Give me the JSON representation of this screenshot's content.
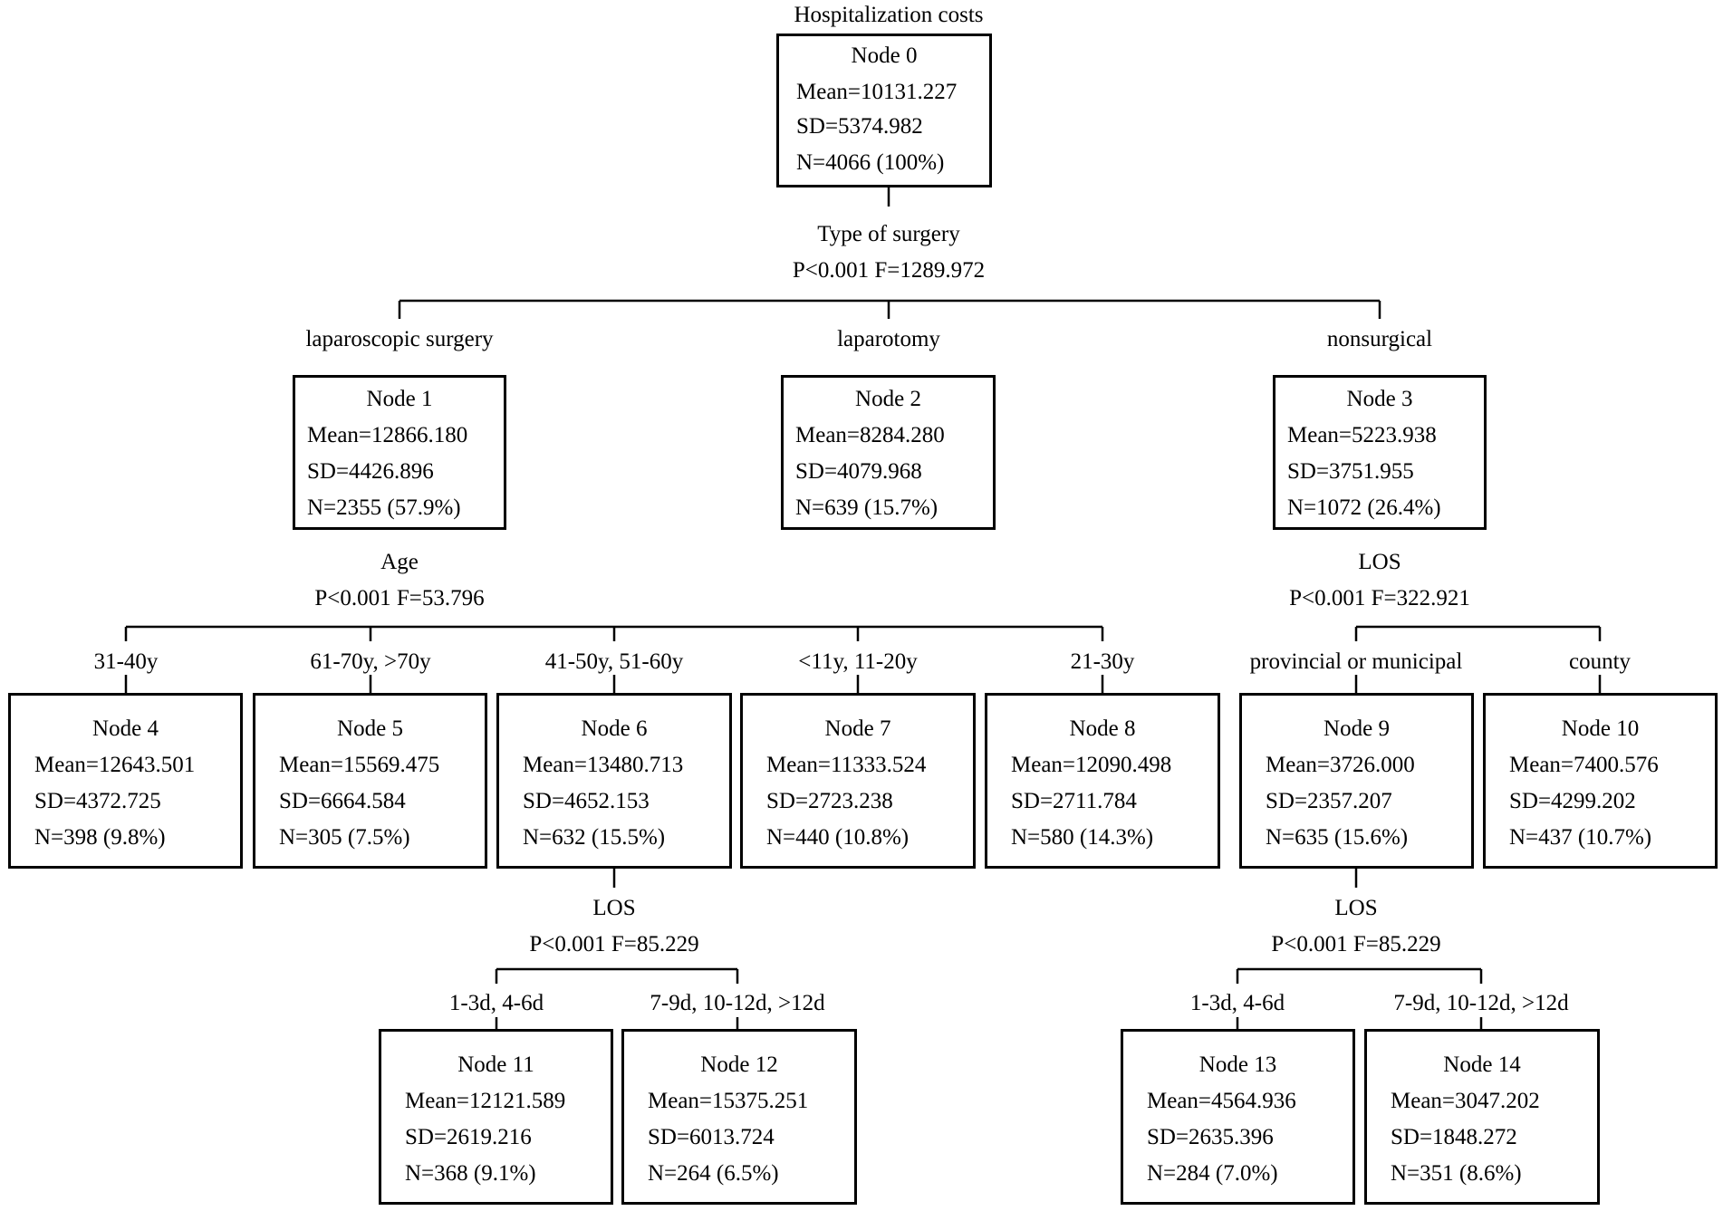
{
  "tree": {
    "title": "Hospitalization costs",
    "nodes": [
      {
        "id": "n0",
        "name": "Node 0",
        "mean": "Mean=10131.227",
        "sd": "SD=5374.982",
        "n": "N=4066 (100%)"
      },
      {
        "id": "n1",
        "name": "Node 1",
        "mean": "Mean=12866.180",
        "sd": "SD=4426.896",
        "n": "N=2355 (57.9%)"
      },
      {
        "id": "n2",
        "name": "Node 2",
        "mean": "Mean=8284.280",
        "sd": "SD=4079.968",
        "n": "N=639 (15.7%)"
      },
      {
        "id": "n3",
        "name": "Node 3",
        "mean": "Mean=5223.938",
        "sd": "SD=3751.955",
        "n": "N=1072 (26.4%)"
      },
      {
        "id": "n4",
        "name": "Node 4",
        "mean": "Mean=12643.501",
        "sd": "SD=4372.725",
        "n": "N=398 (9.8%)"
      },
      {
        "id": "n5",
        "name": "Node 5",
        "mean": "Mean=15569.475",
        "sd": "SD=6664.584",
        "n": "N=305 (7.5%)"
      },
      {
        "id": "n6",
        "name": "Node 6",
        "mean": "Mean=13480.713",
        "sd": "SD=4652.153",
        "n": "N=632 (15.5%)"
      },
      {
        "id": "n7",
        "name": "Node 7",
        "mean": "Mean=11333.524",
        "sd": "SD=2723.238",
        "n": "N=440 (10.8%)"
      },
      {
        "id": "n8",
        "name": "Node 8",
        "mean": "Mean=12090.498",
        "sd": "SD=2711.784",
        "n": "N=580 (14.3%)"
      },
      {
        "id": "n9",
        "name": "Node 9",
        "mean": "Mean=3726.000",
        "sd": "SD=2357.207",
        "n": "N=635 (15.6%)"
      },
      {
        "id": "n10",
        "name": "Node 10",
        "mean": "Mean=7400.576",
        "sd": "SD=4299.202",
        "n": "N=437 (10.7%)"
      },
      {
        "id": "n11",
        "name": "Node 11",
        "mean": "Mean=12121.589",
        "sd": "SD=2619.216",
        "n": "N=368 (9.1%)"
      },
      {
        "id": "n12",
        "name": "Node 12",
        "mean": "Mean=15375.251",
        "sd": "SD=6013.724",
        "n": "N=264 (6.5%)"
      },
      {
        "id": "n13",
        "name": "Node 13",
        "mean": "Mean=4564.936",
        "sd": "SD=2635.396",
        "n": "N=284 (7.0%)"
      },
      {
        "id": "n14",
        "name": "Node 14",
        "mean": "Mean=3047.202",
        "sd": "SD=1848.272",
        "n": "N=351 (8.6%)"
      }
    ],
    "splits": [
      {
        "id": "s0",
        "variable": "Type of surgery",
        "stats": "P<0.001 F=1289.972"
      },
      {
        "id": "s1",
        "variable": "Age",
        "stats": "P<0.001 F=53.796"
      },
      {
        "id": "s3",
        "variable": "LOS",
        "stats": "P<0.001 F=322.921"
      },
      {
        "id": "s6",
        "variable": "LOS",
        "stats": "P<0.001 F=85.229"
      },
      {
        "id": "s9",
        "variable": "LOS",
        "stats": "P<0.001 F=85.229"
      }
    ],
    "branches": [
      {
        "id": "b1",
        "label": "laparoscopic surgery"
      },
      {
        "id": "b2",
        "label": "laparotomy"
      },
      {
        "id": "b3",
        "label": "nonsurgical"
      },
      {
        "id": "b4",
        "label": "31-40y"
      },
      {
        "id": "b5",
        "label": "61-70y, >70y"
      },
      {
        "id": "b6",
        "label": "41-50y, 51-60y"
      },
      {
        "id": "b7",
        "label": "<11y, 11-20y"
      },
      {
        "id": "b8",
        "label": "21-30y"
      },
      {
        "id": "b9",
        "label": "provincial or municipal"
      },
      {
        "id": "b10",
        "label": "county"
      },
      {
        "id": "b11",
        "label": "1-3d, 4-6d"
      },
      {
        "id": "b12",
        "label": "7-9d, 10-12d, >12d"
      },
      {
        "id": "b13",
        "label": "1-3d, 4-6d"
      },
      {
        "id": "b14",
        "label": "7-9d, 10-12d, >12d"
      }
    ]
  }
}
